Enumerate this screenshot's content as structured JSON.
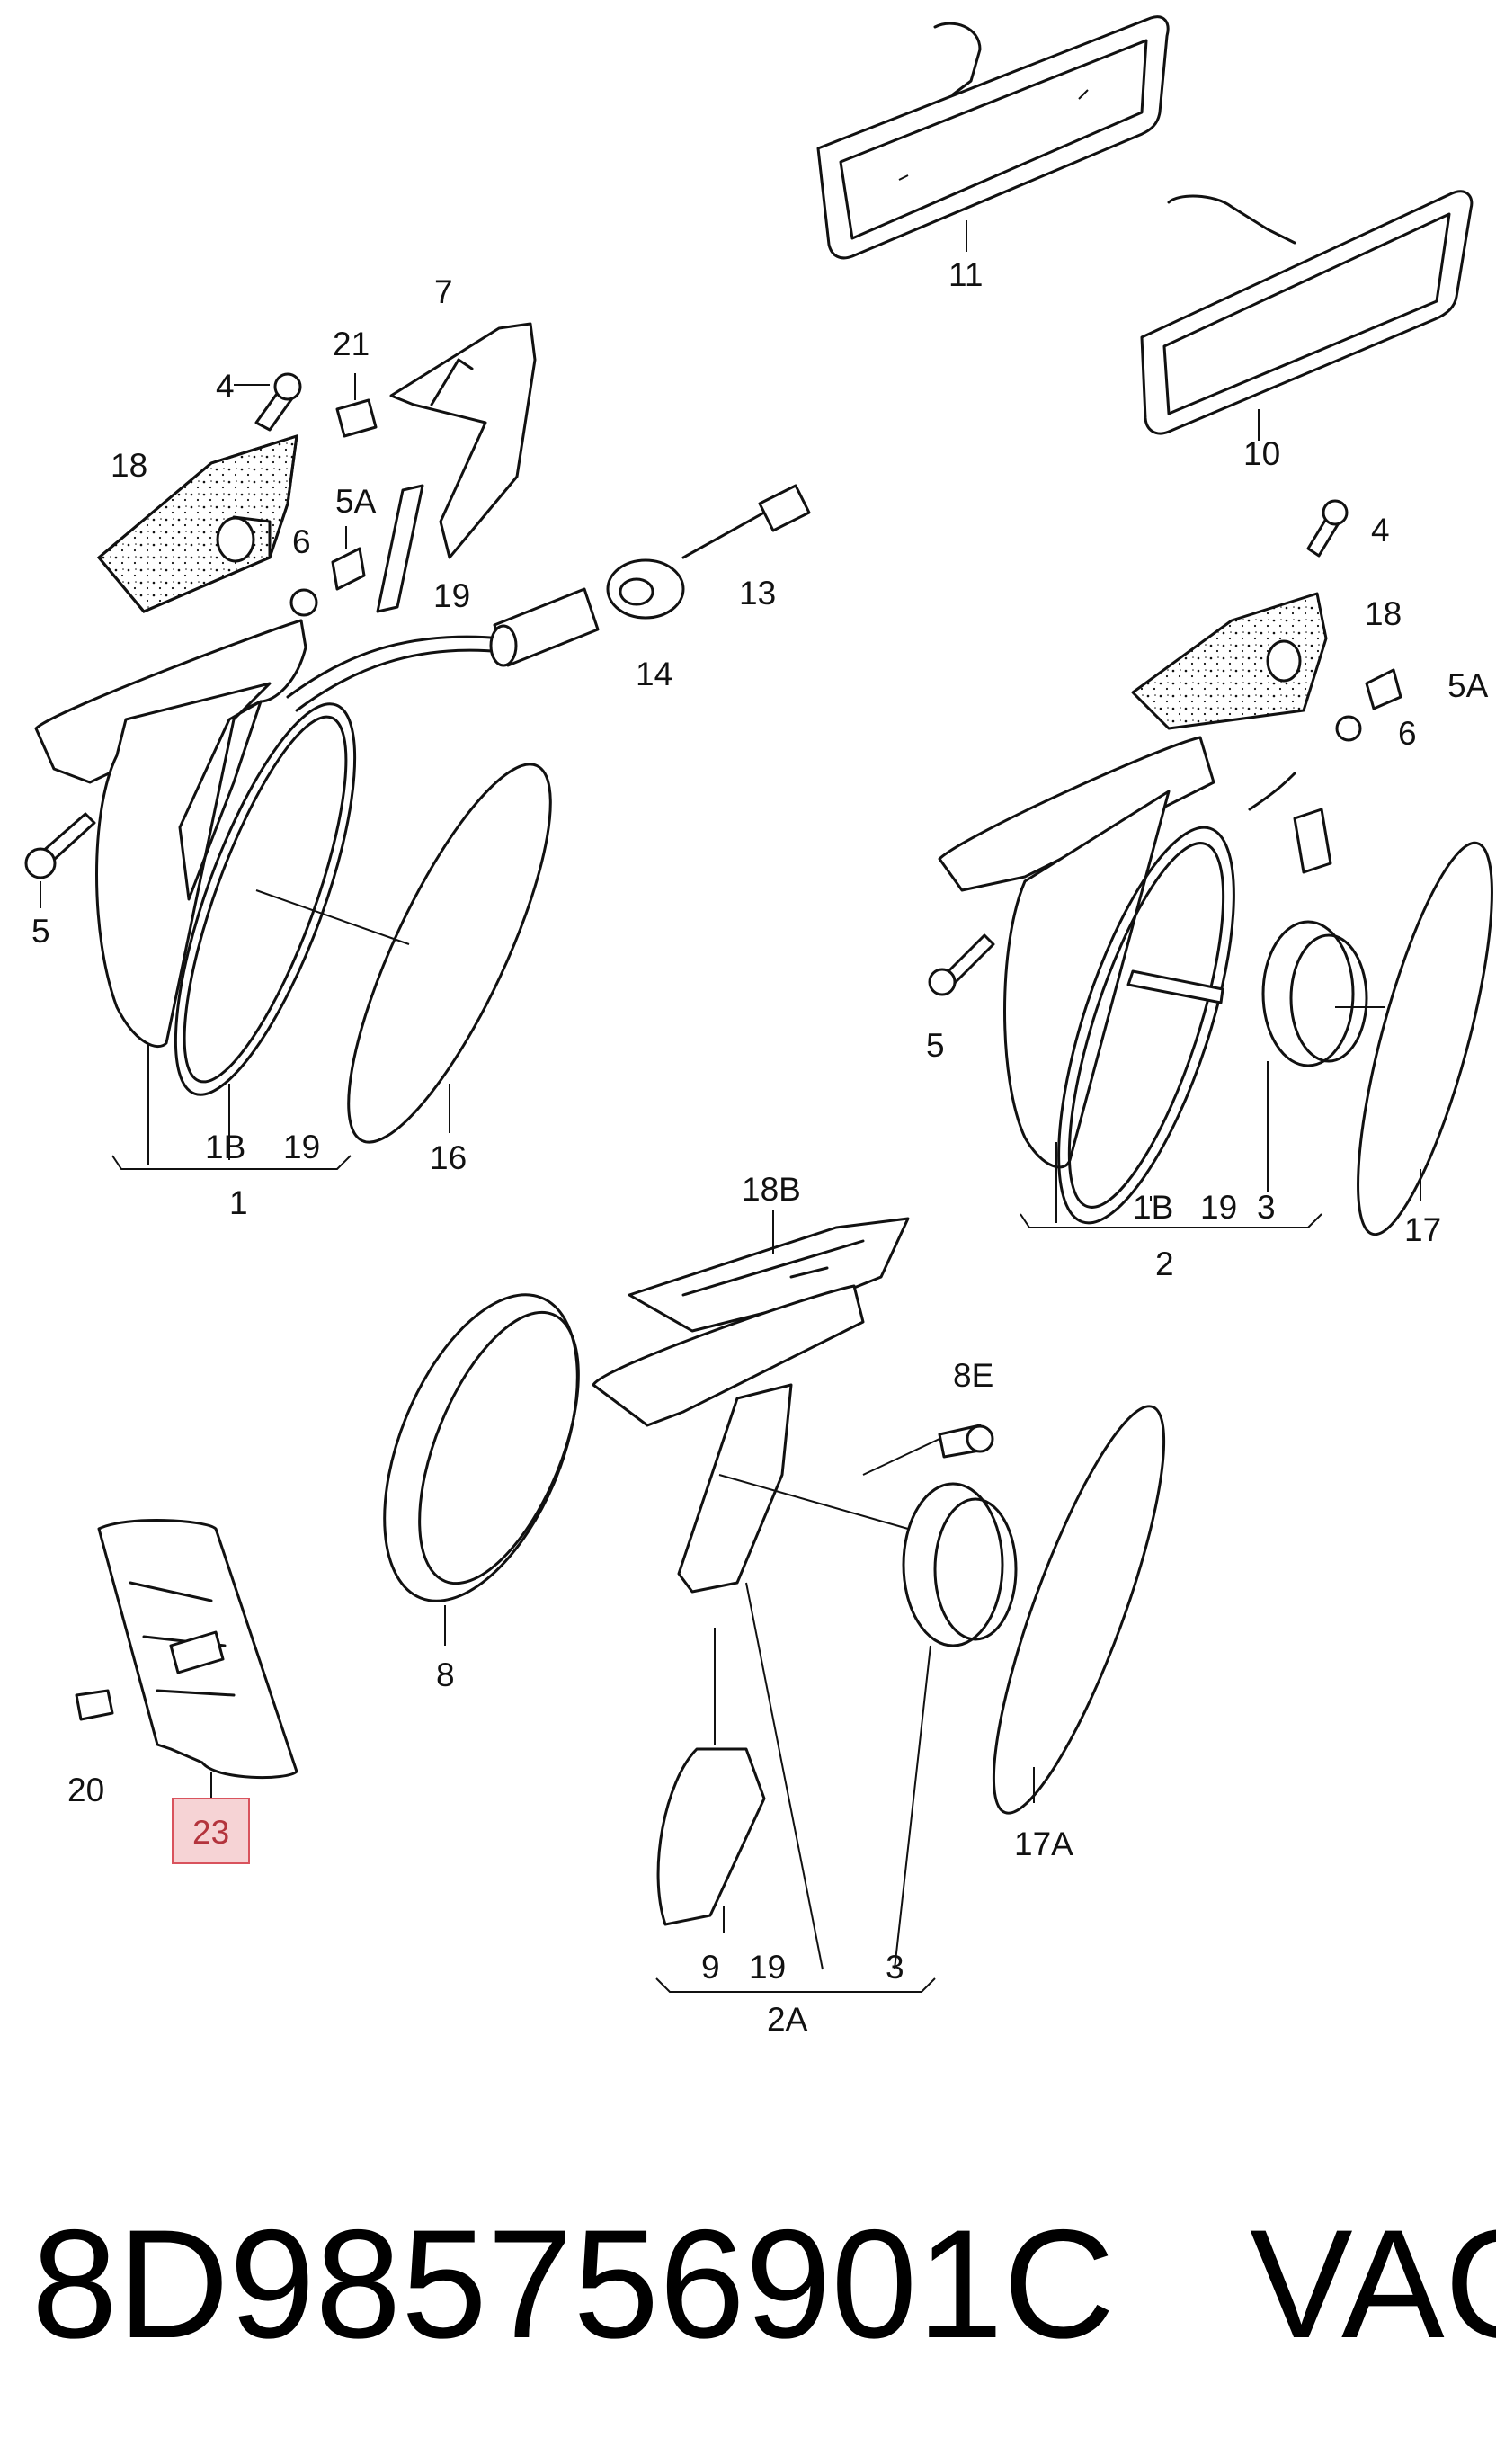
{
  "callouts": {
    "n1": "1",
    "n1b_a": "1B",
    "n19_a": "19",
    "n2": "2",
    "n1b_b": "1B",
    "n19_b": "19",
    "n3_b": "3",
    "n2a": "2A",
    "n9": "9",
    "n19_c": "19",
    "n3_c": "3",
    "n4_a": "4",
    "n4_b": "4",
    "n5_a": "5",
    "n5_b": "5",
    "n5a_a": "5A",
    "n5a_b": "5A",
    "n6_a": "6",
    "n6_b": "6",
    "n7": "7",
    "n8": "8",
    "n8e": "8E",
    "n10": "10",
    "n11": "11",
    "n13": "13",
    "n14": "14",
    "n16": "16",
    "n17": "17",
    "n17a": "17A",
    "n18_a": "18",
    "n18_b": "18",
    "n18b": "18B",
    "n19_d": "19",
    "n20": "20",
    "n21": "21",
    "n23": "23"
  },
  "footer": {
    "part_number": "8D985756901C",
    "brand": "VAG"
  },
  "colors": {
    "line": "#111111",
    "highlight_fill": "#f6d3d5",
    "highlight_border": "#d9535d"
  }
}
